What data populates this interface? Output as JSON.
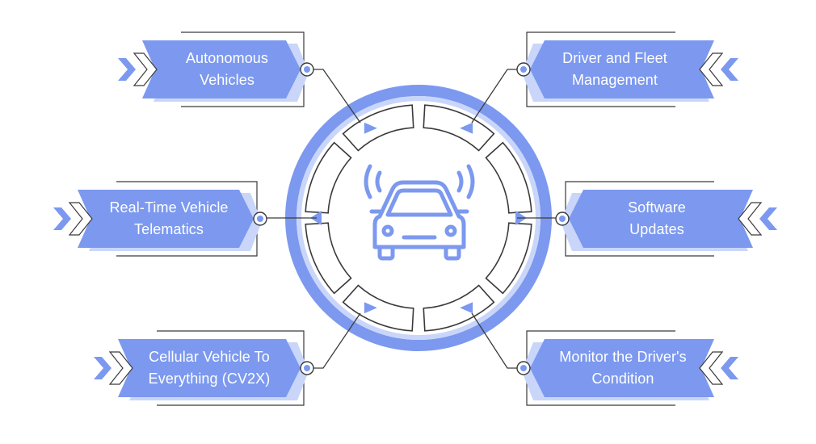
{
  "colors": {
    "accent": "#7c99ef",
    "accent_dark": "#6f8de9",
    "ring_light": "#c9d6fa",
    "outline": "#3a3a3a",
    "background": "#ffffff"
  },
  "center": {
    "icon": "connected-car-icon"
  },
  "items": [
    {
      "id": "autonomous",
      "lines": [
        "Autonomous",
        "Vehicles"
      ],
      "side": "left",
      "row": "top"
    },
    {
      "id": "telematics",
      "lines": [
        "Real-Time Vehicle",
        "Telematics"
      ],
      "side": "left",
      "row": "middle"
    },
    {
      "id": "cv2x",
      "lines": [
        "Cellular Vehicle To",
        "Everything (CV2X)"
      ],
      "side": "left",
      "row": "bottom"
    },
    {
      "id": "fleet",
      "lines": [
        "Driver and Fleet",
        "Management"
      ],
      "side": "right",
      "row": "top"
    },
    {
      "id": "software",
      "lines": [
        "Software",
        "Updates"
      ],
      "side": "right",
      "row": "middle"
    },
    {
      "id": "driver-condition",
      "lines": [
        "Monitor the Driver's",
        "Condition"
      ],
      "side": "right",
      "row": "bottom"
    }
  ]
}
